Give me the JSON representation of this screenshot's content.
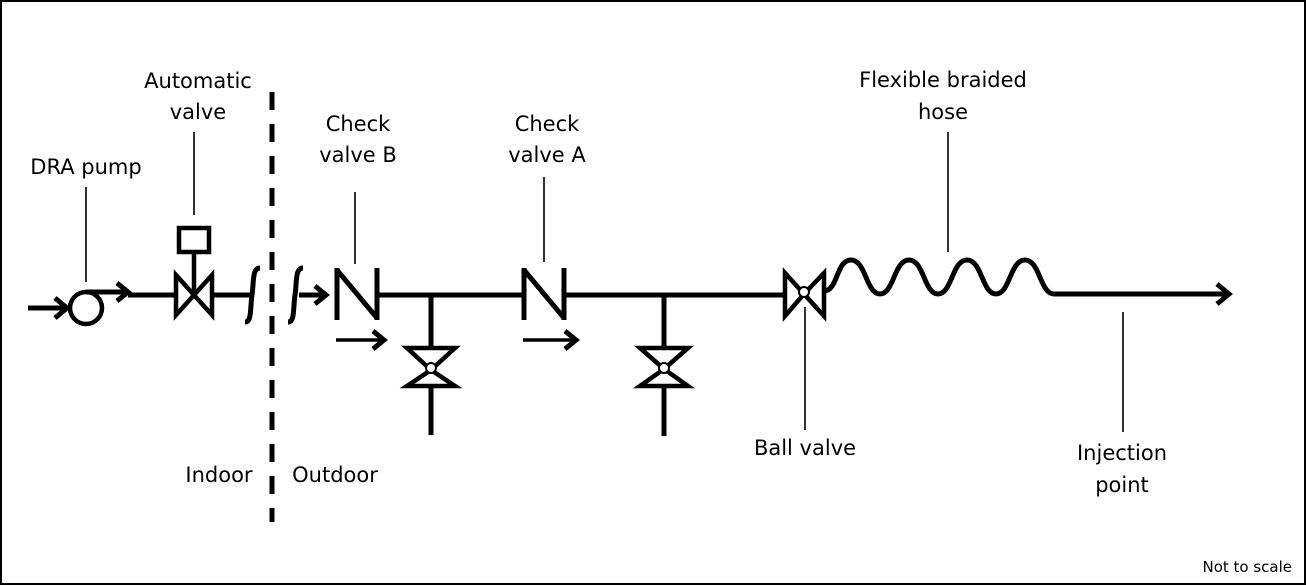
{
  "diagram": {
    "type": "process-flow-schematic",
    "labels": {
      "dra_pump": "DRA pump",
      "automatic_valve": [
        "Automatic",
        "valve"
      ],
      "check_valve_b": [
        "Check",
        "valve B"
      ],
      "check_valve_a": [
        "Check",
        "valve A"
      ],
      "flexible_braided_hose": [
        "Flexible braided",
        "hose"
      ],
      "ball_valve": "Ball valve",
      "injection_point": [
        "Injection",
        "point"
      ],
      "indoor": "Indoor",
      "outdoor": "Outdoor",
      "scale_note": "Not to scale"
    },
    "components": [
      {
        "id": "dra-pump",
        "kind": "pump",
        "label": "DRA pump",
        "zone": "Indoor"
      },
      {
        "id": "automatic-valve",
        "kind": "actuated-valve",
        "label": "Automatic valve",
        "zone": "Indoor"
      },
      {
        "id": "check-valve-b",
        "kind": "check-valve",
        "label": "Check valve B",
        "zone": "Outdoor"
      },
      {
        "id": "drain-valve-1",
        "kind": "branch-valve",
        "label": "",
        "zone": "Outdoor"
      },
      {
        "id": "check-valve-a",
        "kind": "check-valve",
        "label": "Check valve A",
        "zone": "Outdoor"
      },
      {
        "id": "drain-valve-2",
        "kind": "branch-valve",
        "label": "",
        "zone": "Outdoor"
      },
      {
        "id": "ball-valve",
        "kind": "ball-valve",
        "label": "Ball valve",
        "zone": "Outdoor"
      },
      {
        "id": "flexible-hose",
        "kind": "flexible-hose",
        "label": "Flexible braided hose",
        "zone": "Outdoor"
      },
      {
        "id": "injection-point",
        "kind": "outlet",
        "label": "Injection point",
        "zone": "Outdoor"
      }
    ],
    "flow_direction": "left-to-right",
    "boundary": {
      "left": "Indoor",
      "right": "Outdoor"
    }
  }
}
